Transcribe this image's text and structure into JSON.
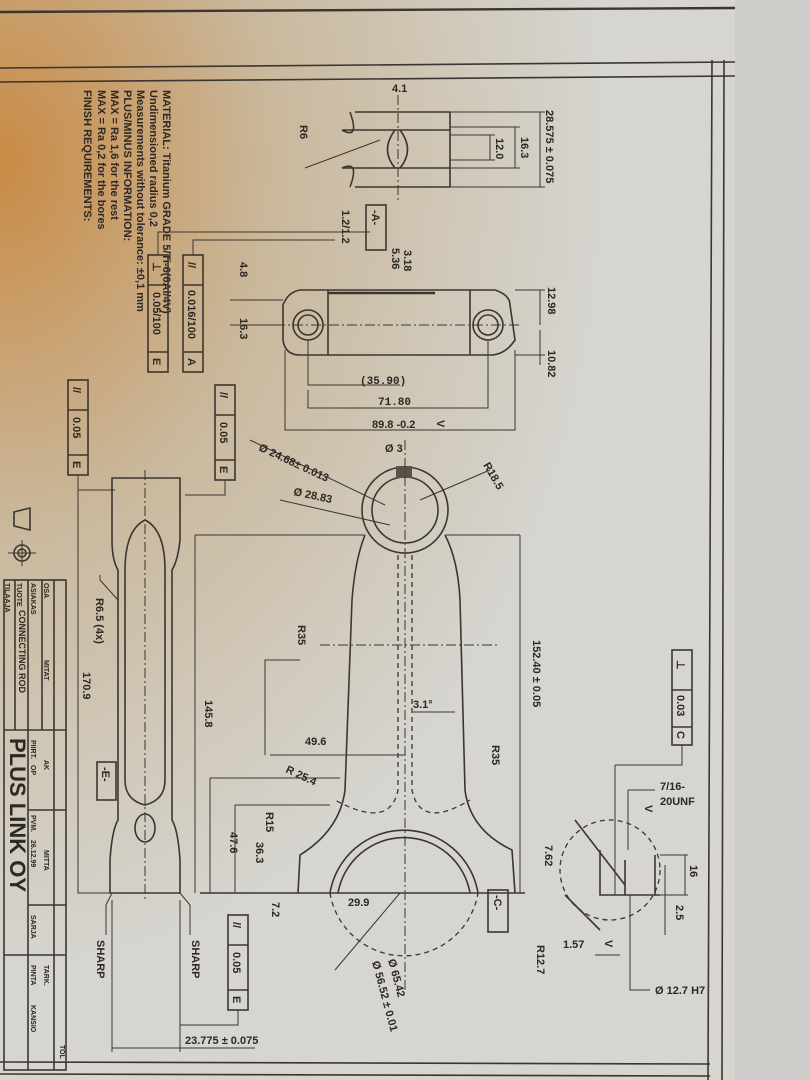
{
  "finish_notes": {
    "heading": "FINISH REQUIREMENTS:",
    "lines": [
      "MAX = Ra 0,2 for the bores",
      "MAX = Ra 1,6 for the rest",
      "PLUS/MINUS INFORMATION:",
      "Measurements without tolerance: ±0,1 mm",
      "Undimensioned radius 0,2",
      "MATERIAL: Titanium GRADE 5/Ti-6(6Al/4V)"
    ]
  },
  "section_view": {
    "dim_width": "4.1",
    "radius": "R6",
    "dim_inner": "12.0",
    "dim_mid": "16.3",
    "dim_outer": "28.575 ± 0.075",
    "datum_a": "-A-"
  },
  "cap_view": {
    "dim_12": "1.2/1.2",
    "dim_48": "4.8",
    "dim_163": "16.3",
    "dim_318": "3.18",
    "dim_536": "5.36",
    "dim_1298": "12.98",
    "dim_1082": "10.82",
    "dim_3590": "(35.90)",
    "dim_7180": "71.80",
    "dim_898": "89.8 -0.2",
    "v_mark": "V"
  },
  "tolerance_frames": [
    {
      "symbol": "⊥",
      "value": "0.05/100",
      "datum": "E"
    },
    {
      "symbol": "//",
      "value": "0.016/100",
      "datum": "A"
    },
    {
      "symbol": "//",
      "value": "0.05",
      "datum": "E"
    },
    {
      "symbol": "//",
      "value": "0.05",
      "datum": "E"
    },
    {
      "symbol": "⊥",
      "value": "0.03",
      "datum": "C"
    },
    {
      "symbol": "//",
      "value": "0.05",
      "datum": "E"
    }
  ],
  "rod_view": {
    "dia_small": "Ø 24.68± 0.013",
    "dia_small_outer": "Ø 28.83",
    "oil_hole": "Ø 3",
    "r185": "R18.5",
    "r35_left": "R35",
    "r35_right": "R35",
    "angle": "3.1°",
    "center_dist": "152.40 ± 0.05",
    "dim_496": "49.6",
    "r254": "R 25.4",
    "r15": "R15",
    "dim_1458": "145.8",
    "dim_476": "47.6",
    "dim_363": "36.3",
    "dim_72": "7.2",
    "dim_299": "29.9",
    "datum_c": "-C-",
    "dia_big": "Ø 65.42",
    "dia_big2": "Ø 56.52 ± 0.01"
  },
  "side_view": {
    "r65": "R6.5 (4x)",
    "dim_1709": "170.9",
    "datum_e": "-E-",
    "sharp_left": "SHARP",
    "sharp_right": "SHARP",
    "dim_23775": "23.775 ± 0.075"
  },
  "detail_view": {
    "thread": "7/16-",
    "thread2": "20UNF",
    "dim_16": "16",
    "dim_25": "2.5",
    "dim_762": "7.62",
    "dim_157": "1.57",
    "r127": "R12.7",
    "bore": "Ø 12.7 H7",
    "v1": "V",
    "v2": "V"
  },
  "title_block": {
    "company": "PLUS LINK OY",
    "part_name": "CONNECTING ROD",
    "label_tuote": "TUOTE",
    "label_asiakas": "ASIAKAS",
    "label_tilaaja": "TILAAJA",
    "label_osa": "OSA",
    "label_mitat": "MITAT",
    "label_piirt": "PIIRT.",
    "drawn_by": "OP",
    "label_pvm": "PVM.",
    "date": "26.12.99",
    "label_mitta": "MITTA",
    "label_sarja": "SARJA",
    "label_pinta": "PINTA",
    "label_tark": "TARK.",
    "label_kansio": "KANSIO",
    "label_ak": "AK",
    "label_tol": "TOL"
  }
}
